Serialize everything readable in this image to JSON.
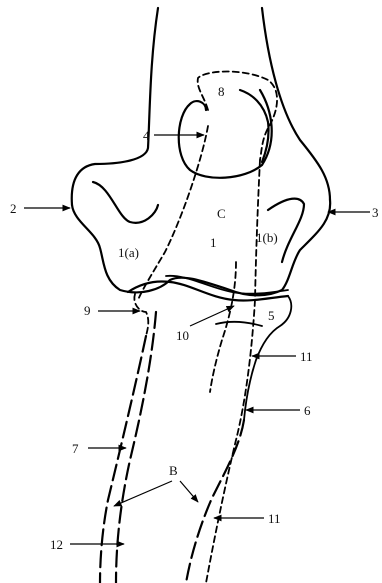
{
  "diagram": {
    "labels": {
      "l2": "2",
      "l3": "3",
      "l4": "4",
      "l8": "8",
      "lC": "C",
      "l1": "1",
      "l1a": "1(a)",
      "l1b": "1(b)",
      "l9": "9",
      "l10": "10",
      "l5": "5",
      "l11a": "11",
      "l6": "6",
      "l7": "7",
      "lB": "B",
      "l12": "12",
      "l11b": "11"
    }
  }
}
